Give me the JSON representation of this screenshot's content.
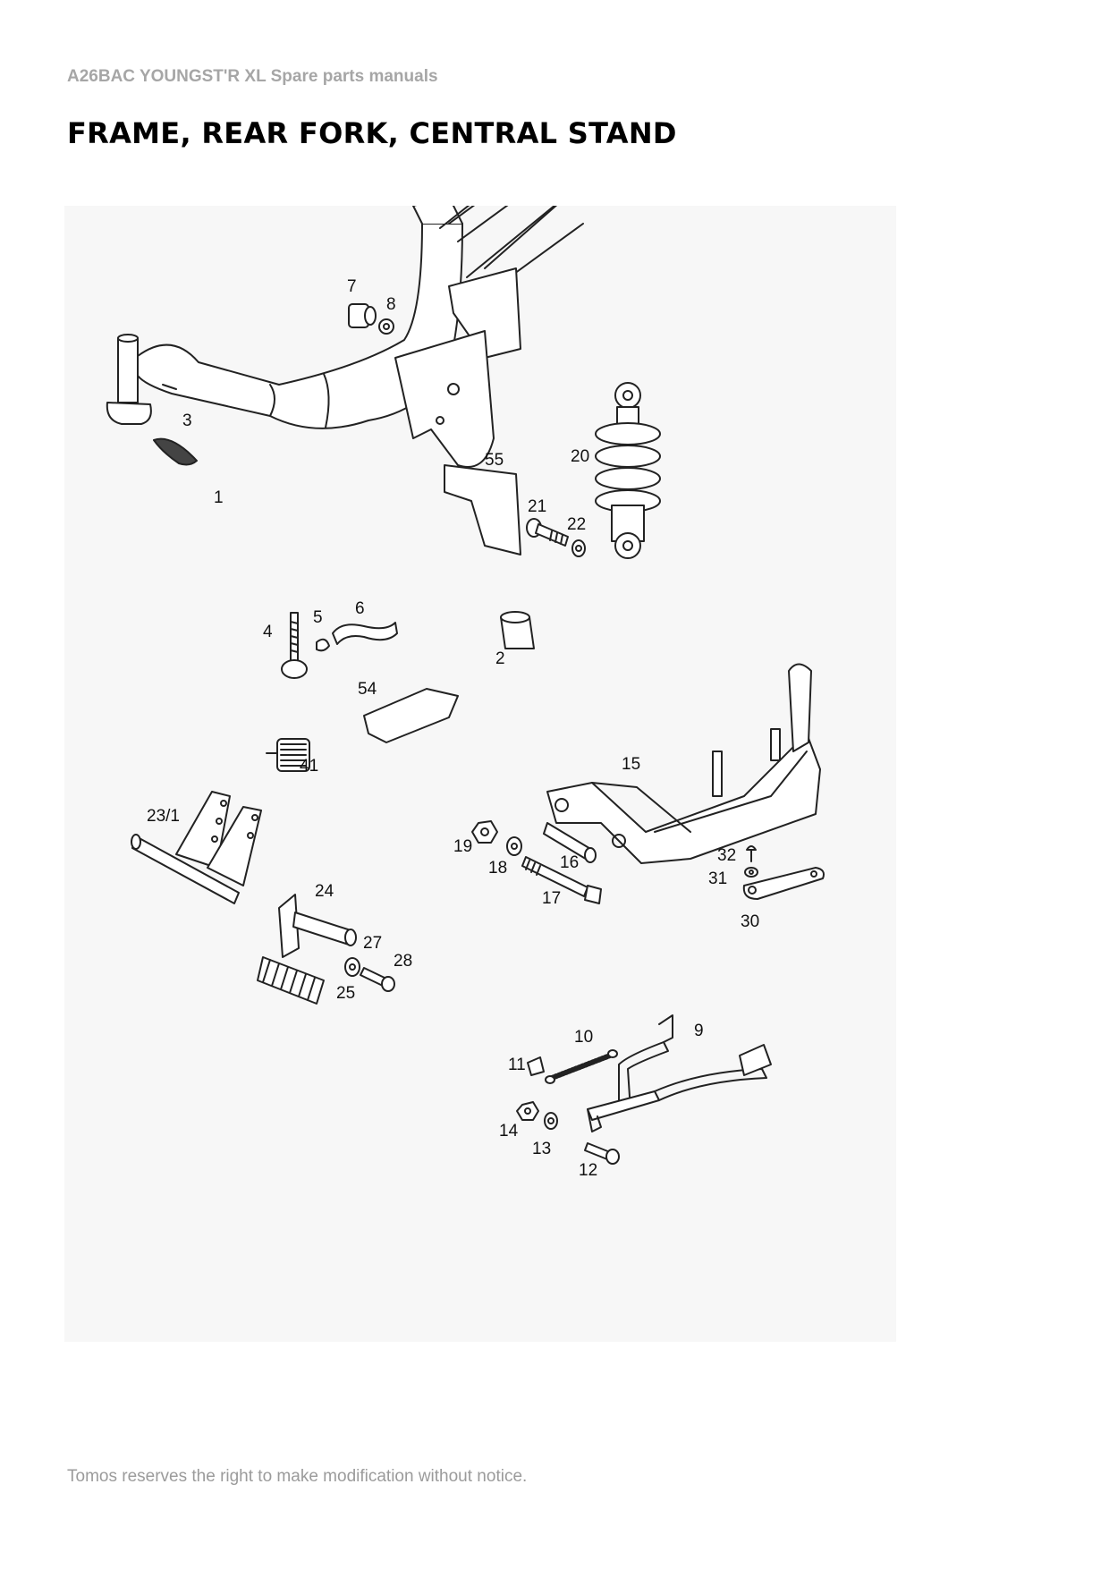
{
  "header": {
    "text": "A26BAC YOUNGST'R XL  Spare parts manuals"
  },
  "title": "FRAME, REAR FORK, CENTRAL STAND",
  "footer": {
    "text": "Tomos reserves the right to make modification without notice."
  },
  "parts": {
    "p1": "1",
    "p2": "2",
    "p3": "3",
    "p4": "4",
    "p5": "5",
    "p6": "6",
    "p7": "7",
    "p8": "8",
    "p9": "9",
    "p10": "10",
    "p11": "11",
    "p12": "12",
    "p13": "13",
    "p14": "14",
    "p15": "15",
    "p16": "16",
    "p17": "17",
    "p18": "18",
    "p19": "19",
    "p20": "20",
    "p21": "21",
    "p22": "22",
    "p23_1": "23/1",
    "p24": "24",
    "p25": "25",
    "p27": "27",
    "p28": "28",
    "p30": "30",
    "p31": "31",
    "p32": "32",
    "p41": "41",
    "p54": "54",
    "p55": "55"
  }
}
